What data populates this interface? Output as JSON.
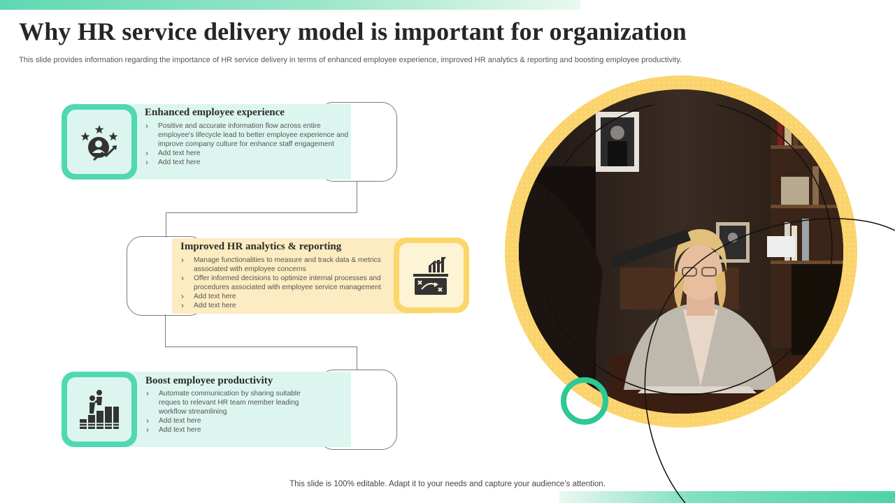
{
  "slide": {
    "title": "Why HR service delivery model is important for organization",
    "subtitle": "This slide provides information regarding the importance of HR service delivery in terms of enhanced employee experience, improved HR analytics & reporting and boosting employee productivity.",
    "footer": "This slide is 100% editable. Adapt it to your needs and capture your audience’s attention."
  },
  "cards": [
    {
      "heading": "Enhanced  employee experience",
      "icon": "employee-rating-icon",
      "bullets": [
        "Positive and accurate information flow across entire employee's lifecycle lead to better employee experience and improve company culture for enhance staff engagement",
        "Add text here",
        "Add text here"
      ]
    },
    {
      "heading": "Improved  HR analytics  & reporting",
      "icon": "analytics-strategy-icon",
      "bullets": [
        "Manage  functionalities to measure and track data & metrics associated with employee concerns",
        "Offer informed decisions to optimize  internal processes and procedures associated with employee service management",
        "Add text here",
        "Add text here"
      ]
    },
    {
      "heading": "Boost employee productivity",
      "icon": "growth-steps-icon",
      "bullets": [
        "Automate  communication  by sharing suitable reques to relevant HR team member leading workflow streamlining",
        "Add text here",
        "Add text here"
      ]
    }
  ],
  "colors": {
    "accent_green": "#4fd8b2",
    "accent_yellow": "#fbd66a",
    "panel_green": "#dcf6ef",
    "panel_yellow": "#fdecc1",
    "ring_teal": "#2ec894"
  }
}
